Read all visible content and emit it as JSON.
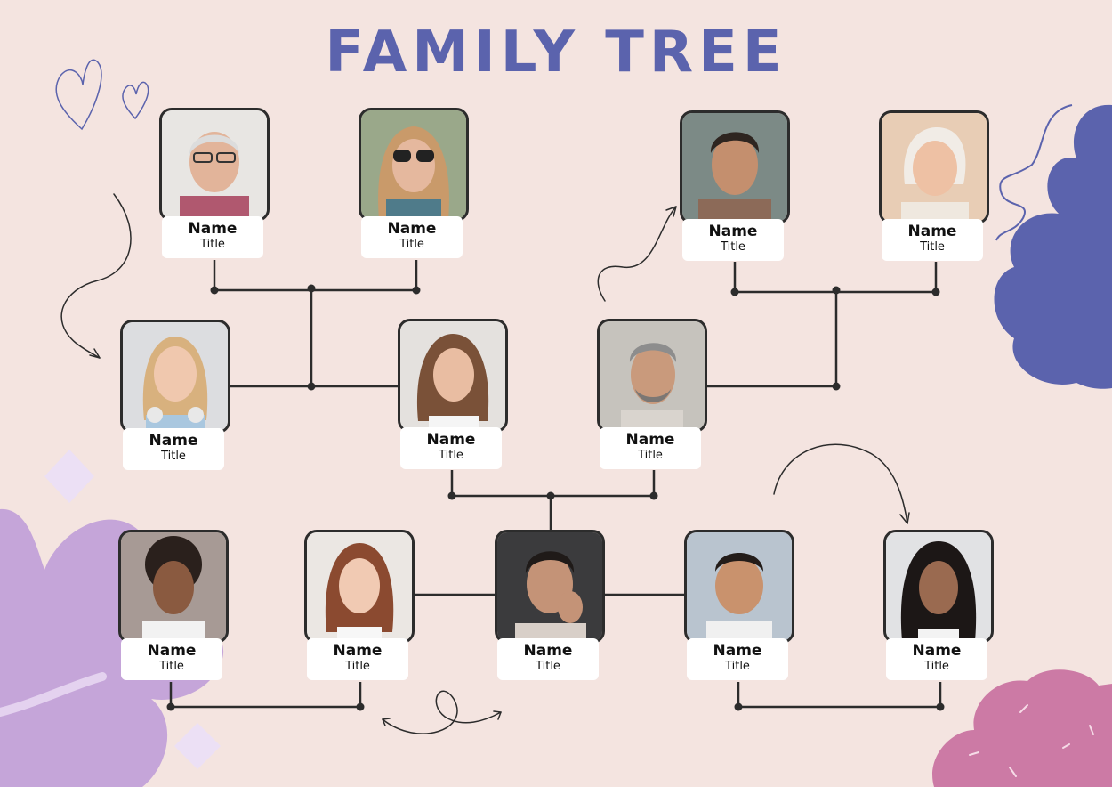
{
  "title": "FAMILY TREE",
  "colors": {
    "background": "#f4e4e0",
    "title": "#5b63ad",
    "connector": "#2c2c2c",
    "blob_blue": "#5b63ad",
    "blob_lilac": "#c5a5d9",
    "blob_pink": "#cc7aa5"
  },
  "people": [
    {
      "id": "grandfather-paternal",
      "name": "Name",
      "title": "Title"
    },
    {
      "id": "grandmother-paternal",
      "name": "Name",
      "title": "Title"
    },
    {
      "id": "grandfather-maternal",
      "name": "Name",
      "title": "Title"
    },
    {
      "id": "grandmother-maternal",
      "name": "Name",
      "title": "Title"
    },
    {
      "id": "aunt",
      "name": "Name",
      "title": "Title"
    },
    {
      "id": "mother",
      "name": "Name",
      "title": "Title"
    },
    {
      "id": "father",
      "name": "Name",
      "title": "Title"
    },
    {
      "id": "sibling-1",
      "name": "Name",
      "title": "Title"
    },
    {
      "id": "sibling-2",
      "name": "Name",
      "title": "Title"
    },
    {
      "id": "center-self",
      "name": "Name",
      "title": "Title"
    },
    {
      "id": "sibling-3",
      "name": "Name",
      "title": "Title"
    },
    {
      "id": "sibling-4",
      "name": "Name",
      "title": "Title"
    }
  ]
}
